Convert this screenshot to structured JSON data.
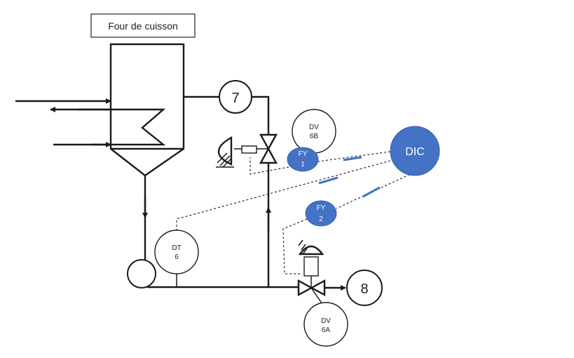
{
  "title": "Four de cuisson",
  "pumps": {
    "top": "7",
    "outlet": "8"
  },
  "valves": {
    "dv6b": {
      "tag": "DV",
      "num": "6B"
    },
    "dv6a": {
      "tag": "DV",
      "num": "6A"
    }
  },
  "transmitter": {
    "tag": "DT",
    "num": "6"
  },
  "relays": {
    "fy1": {
      "tag": "FY",
      "num": "1"
    },
    "fy2": {
      "tag": "FY",
      "num": "2"
    }
  },
  "controller": {
    "label": "DIC"
  },
  "colors": {
    "accent": "#4472c4",
    "line": "#1a1a1a"
  }
}
